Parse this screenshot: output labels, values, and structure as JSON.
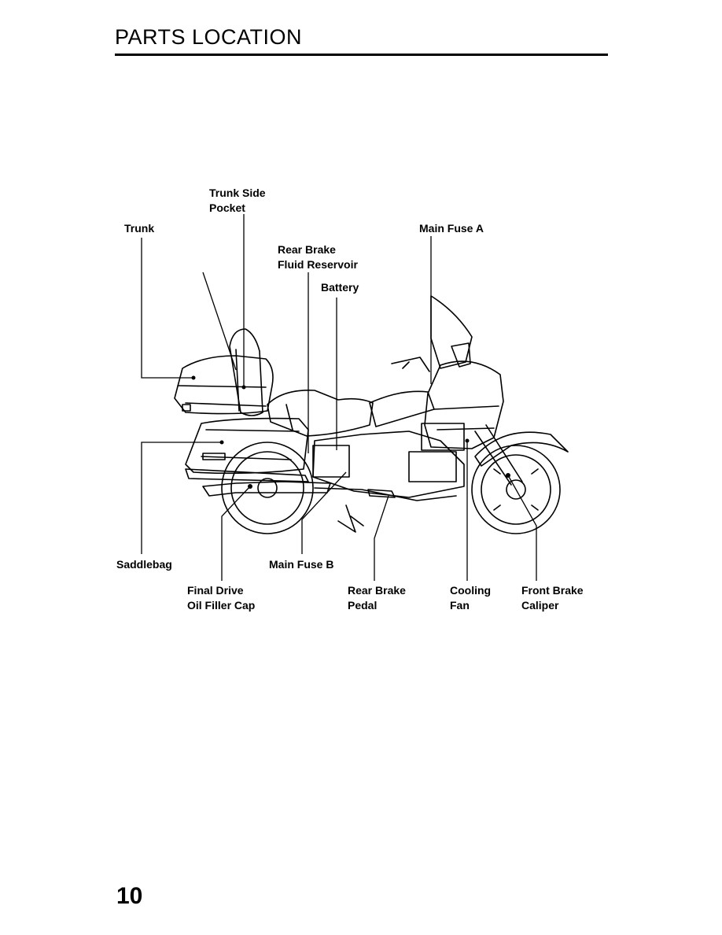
{
  "page": {
    "title": "PARTS LOCATION",
    "page_number": "10"
  },
  "labels": {
    "trunk_side_pocket": [
      "Trunk Side",
      "Pocket"
    ],
    "trunk": [
      "Trunk"
    ],
    "rear_brake_fluid_reservoir": [
      "Rear Brake",
      "Fluid Reservoir"
    ],
    "battery": [
      "Battery"
    ],
    "main_fuse_a": [
      "Main Fuse A"
    ],
    "saddlebag": [
      "Saddlebag"
    ],
    "main_fuse_b": [
      "Main Fuse B"
    ],
    "final_drive_oil_filler_cap": [
      "Final Drive",
      "Oil Filler Cap"
    ],
    "rear_brake_pedal": [
      "Rear Brake",
      "Pedal"
    ],
    "cooling_fan": [
      "Cooling",
      "Fan"
    ],
    "front_brake_caliper": [
      "Front Brake",
      "Caliper"
    ]
  }
}
